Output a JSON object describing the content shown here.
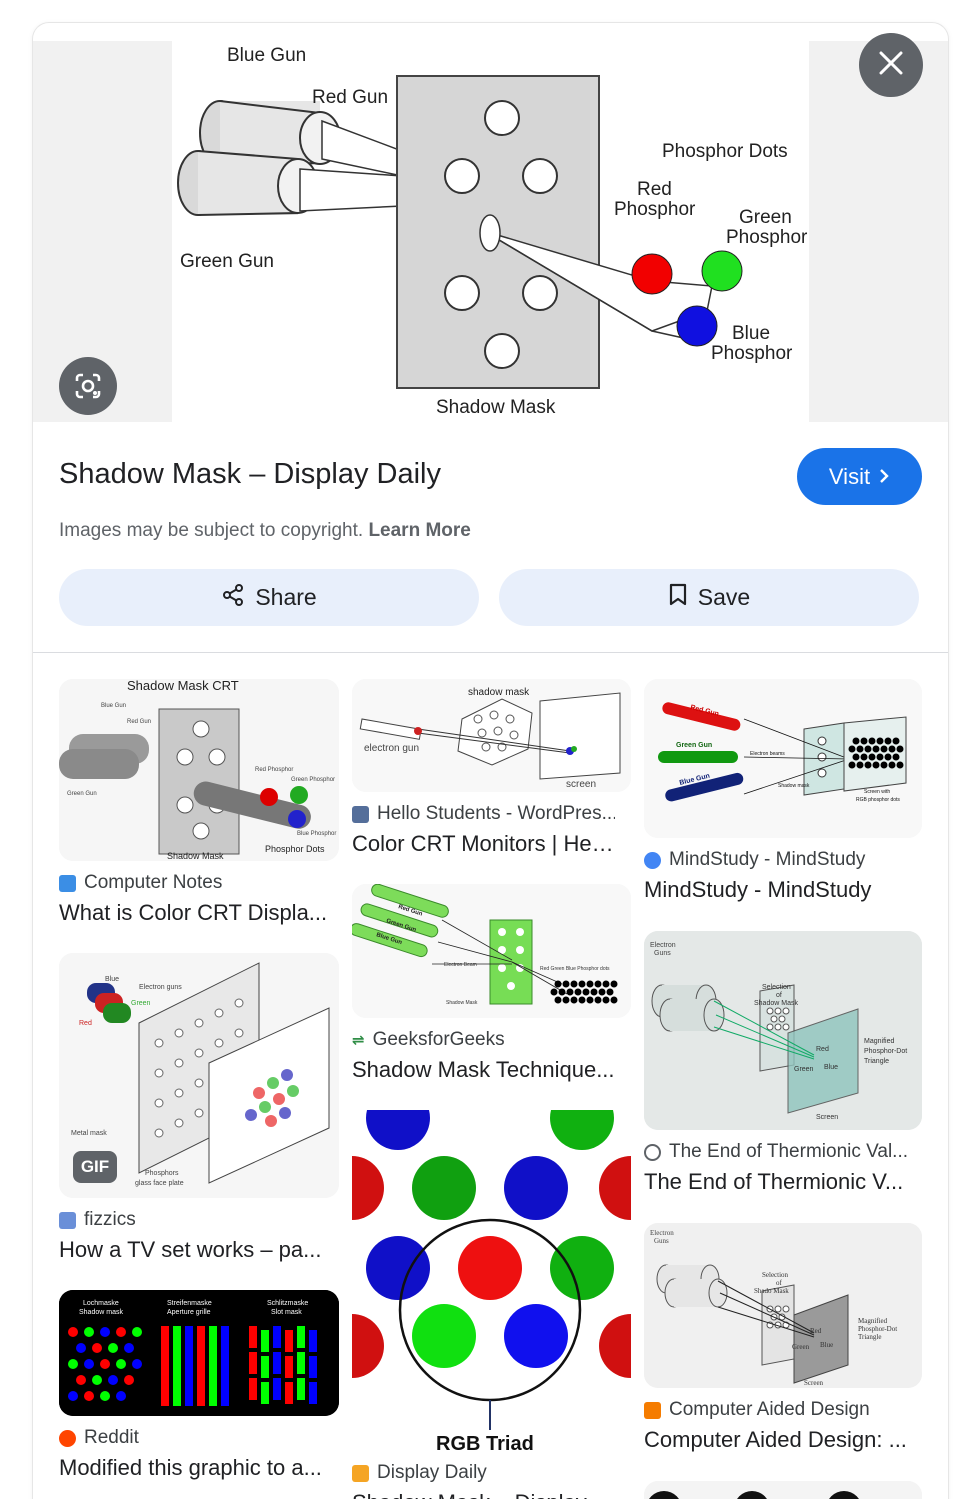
{
  "hero": {
    "labels": {
      "blue_gun": "Blue Gun",
      "red_gun": "Red Gun",
      "green_gun": "Green Gun",
      "phosphor_dots": "Phosphor Dots",
      "red_phosphor_1": "Red",
      "red_phosphor_2": "Phosphor",
      "green_phosphor_1": "Green",
      "green_phosphor_2": "Phosphor",
      "blue_phosphor_1": "Blue",
      "blue_phosphor_2": "Phosphor",
      "shadow_mask": "Shadow Mask"
    }
  },
  "icons": {
    "close": "close-icon",
    "lens": "google-lens-icon",
    "share": "share-icon",
    "save": "bookmark-icon",
    "chevron": "chevron-right-icon"
  },
  "detail": {
    "title": "Shadow Mask – Display Daily",
    "visit_label": "Visit",
    "copyright_text": "Images may be subject to copyright.",
    "learn_more": "Learn More",
    "share_label": "Share",
    "save_label": "Save"
  },
  "colors": {
    "accent": "#1a73e8",
    "button_bg": "#e8effb",
    "overlay_button": "#5f6368"
  },
  "results": [
    {
      "source": "Computer Notes",
      "caption": "What is Color CRT Displa...",
      "thumb_texts": [
        "Shadow Mask CRT",
        "Blue Gun",
        "Red Gun",
        "Green Gun",
        "Red Phosphor",
        "Green Phosphor",
        "Blue Phosphor",
        "Shadow Mask",
        "Phosphor Dots"
      ]
    },
    {
      "source": "fizzics",
      "caption": "How a TV set works – pa...",
      "badge": "GIF",
      "thumb_texts": [
        "Blue",
        "Electron guns",
        "Green",
        "Red",
        "Metal mask",
        "Phosphors",
        "glass face plate"
      ]
    },
    {
      "source": "Reddit",
      "caption": "Modified this graphic to a...",
      "thumb_texts": [
        "Lochmaske",
        "Shadow mask",
        "Streifenmaske",
        "Aperture grille",
        "Schlitzmaske",
        "Slot mask"
      ]
    },
    {
      "source": "Hello Students - WordPres...",
      "caption": "Color CRT Monitors | Hell...",
      "thumb_texts": [
        "shadow mask",
        "electron gun",
        "screen"
      ]
    },
    {
      "source": "GeeksforGeeks",
      "caption": "Shadow Mask Technique...",
      "thumb_texts": [
        "Red Gun",
        "Green Gun",
        "Blue Gun",
        "Electron Beam",
        "Red Green Blue Phosphor dots",
        "Shadow Mask"
      ]
    },
    {
      "source": "Display Daily",
      "caption": "Shadow Mask – Display...",
      "thumb_texts": [
        "RGB Triad"
      ]
    },
    {
      "source": "MindStudy - MindStudy",
      "caption": "MindStudy - MindStudy",
      "thumb_texts": [
        "Red Gun",
        "Green Gun",
        "Blue Gun",
        "Electron beams",
        "Shadow mask",
        "Screen with",
        "RGB phosphor dots"
      ]
    },
    {
      "source": "The End of Thermionic Val...",
      "caption": "The End of Thermionic V...",
      "thumb_texts": [
        "Electron",
        "Guns",
        "Selection",
        "of",
        "Shadow Mask",
        "Red",
        "Green",
        "Blue",
        "Magnified",
        "Phosphor-Dot",
        "Triangle",
        "Screen"
      ]
    },
    {
      "source": "Computer Aided Design",
      "caption": "Computer Aided Design: ...",
      "thumb_texts": [
        "Electron",
        "Guns",
        "Selection",
        "of",
        "Shado Mask",
        "Red",
        "Green",
        "Blue",
        "Magnified",
        "Phosphor-Dot",
        "Triangle",
        "Screen"
      ]
    }
  ]
}
